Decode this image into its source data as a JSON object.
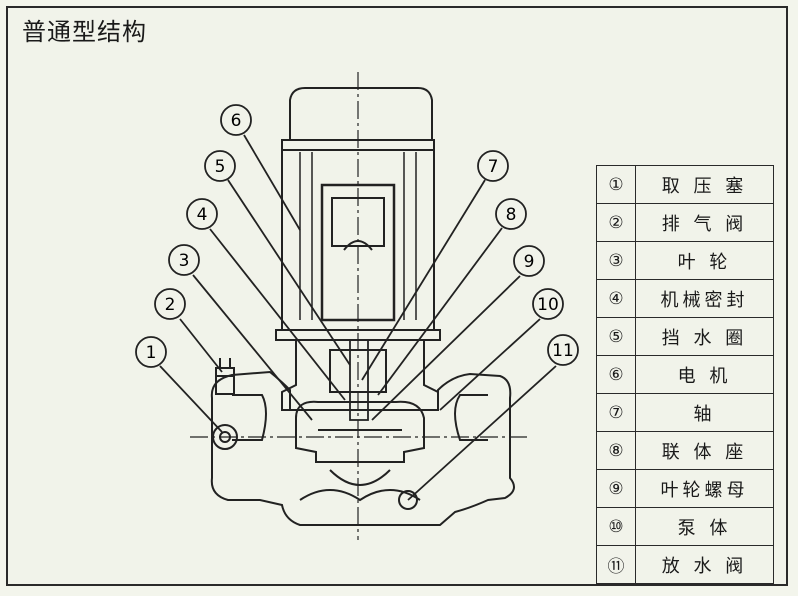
{
  "title": "普通型结构",
  "callouts": [
    "1",
    "2",
    "3",
    "4",
    "5",
    "6",
    "7",
    "8",
    "9",
    "10",
    "11"
  ],
  "parts": [
    {
      "num": "①",
      "name": "取 压 塞"
    },
    {
      "num": "②",
      "name": "排 气 阀"
    },
    {
      "num": "③",
      "name": "叶    轮"
    },
    {
      "num": "④",
      "name": "机械密封"
    },
    {
      "num": "⑤",
      "name": "挡 水 圈"
    },
    {
      "num": "⑥",
      "name": "电    机"
    },
    {
      "num": "⑦",
      "name": "轴"
    },
    {
      "num": "⑧",
      "name": "联 体 座"
    },
    {
      "num": "⑨",
      "name": "叶轮螺母"
    },
    {
      "num": "⑩",
      "name": "泵    体"
    },
    {
      "num": "⑪",
      "name": "放 水 阀"
    }
  ]
}
